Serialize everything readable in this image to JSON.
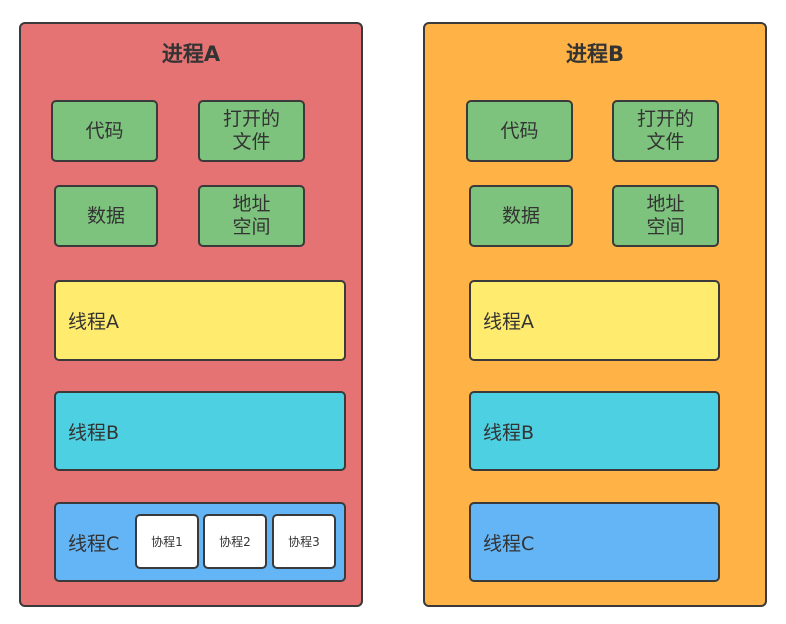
{
  "colors": {
    "process_a_fill": "#e57373",
    "process_b_fill": "#ffb347",
    "resource_fill": "#7dc37d",
    "thread_a_fill": "#ffeb6e",
    "thread_b_fill": "#4dd0e1",
    "thread_c_fill": "#64b5f6",
    "coroutine_fill": "#ffffff",
    "border": "#3a3a3a"
  },
  "process_a": {
    "title": "进程A",
    "resources": {
      "code": "代码",
      "open_files": "打开的\n文件",
      "data": "数据",
      "address_space": "地址\n空间"
    },
    "threads": {
      "a": "线程A",
      "b": "线程B",
      "c": "线程C"
    },
    "coroutines": [
      "协程1",
      "协程2",
      "协程3"
    ]
  },
  "process_b": {
    "title": "进程B",
    "resources": {
      "code": "代码",
      "open_files": "打开的\n文件",
      "data": "数据",
      "address_space": "地址\n空间"
    },
    "threads": {
      "a": "线程A",
      "b": "线程B",
      "c": "线程C"
    }
  }
}
